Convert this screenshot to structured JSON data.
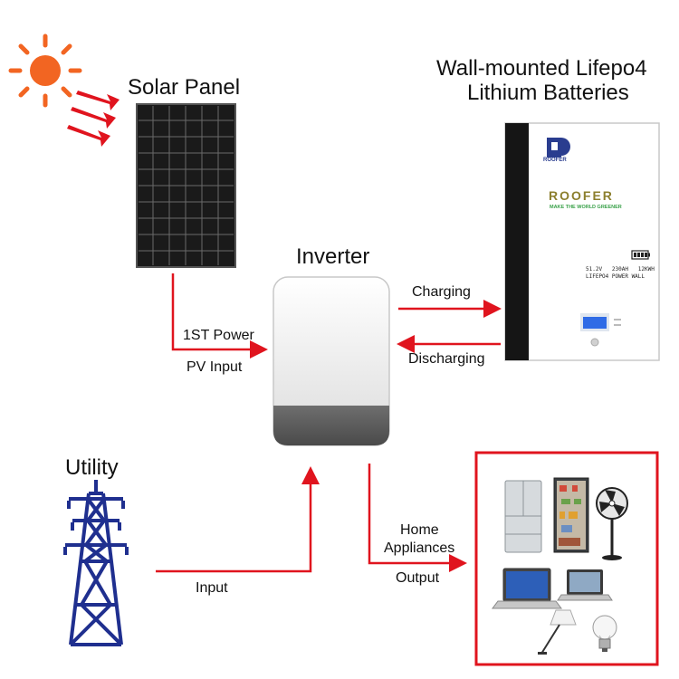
{
  "labels": {
    "solar_panel": "Solar Panel",
    "battery_title_line1": "Wall-mounted Lifepo4",
    "battery_title_line2": "Lithium Batteries",
    "inverter": "Inverter",
    "utility": "Utility",
    "charging": "Charging",
    "discharging": "Discharging",
    "first_power": "1ST Power",
    "pv_input": "PV Input",
    "input": "Input",
    "home_appliances_line1": "Home",
    "home_appliances_line2": "Appliances",
    "output": "Output"
  },
  "battery": {
    "brand_small": "ROOFER",
    "brand": "ROOFER",
    "slogan": "MAKE THE WORLD GREENER",
    "spec_line1": "51.2V   230AH   12KWH",
    "spec_line2": "LIFEPO4 POWER WALL"
  },
  "colors": {
    "arrow": "#e0141e",
    "brand_olive": "#8c7f2e",
    "slogan_green": "#3aa14a",
    "tower_blue": "#1f2f8f",
    "sun_orange": "#f26522",
    "lcd_blue": "#2f6be6"
  }
}
